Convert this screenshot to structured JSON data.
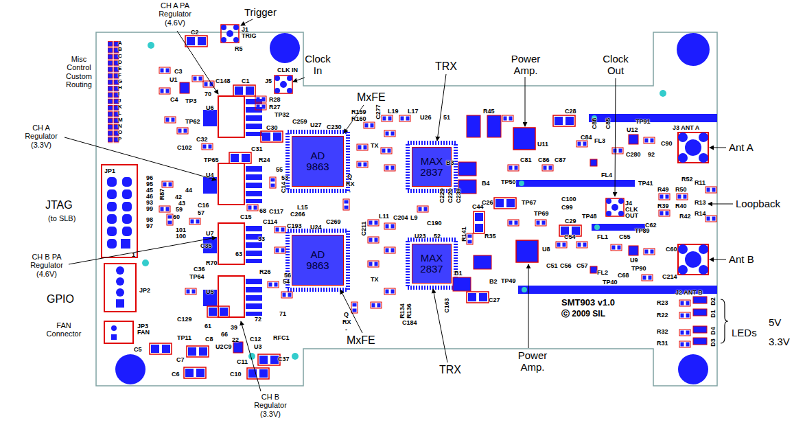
{
  "diagram": {
    "nodes": [
      {
        "text": [
          "AD 9863"
        ]
      },
      {
        "text": [
          "MAX 2837"
        ]
      },
      {
        "text": [
          "AD 9863"
        ]
      },
      {
        "text": [
          "MAX 2837"
        ]
      }
    ],
    "labels": [
      "CH A PA Regulator (4.6V)",
      "Trigger",
      "Clock In",
      "MxFE",
      "TRX",
      "Power Amp.",
      "Clock Out",
      "Misc Control Custom Routing",
      "CH A Regulator (3.3V)",
      "JTAG",
      "(to SLB)",
      "CH B PA Regulator (4.6V)",
      "GPIO",
      "FAN Connector",
      "MxFE",
      "TRX",
      "Power Amp.",
      "CH B Regulator (3.3V)",
      "Ant A",
      "Loopback",
      "Ant B",
      "LEDs",
      "5V",
      "3.3V",
      "A",
      "B",
      "C",
      "D",
      "E",
      "F",
      "G",
      "H",
      "I",
      "J",
      "K",
      "L",
      "M",
      "N",
      "O",
      "P",
      "J1",
      "TRIG",
      "R5",
      "C2",
      "C3",
      "U1",
      "C4",
      "TP3",
      "70",
      "C148",
      "C1",
      "CLK IN",
      "J5",
      "R28",
      "R27",
      "TP32",
      "U6",
      "TP62",
      "C30",
      "C259",
      "U27",
      "C230",
      "R159",
      "R160",
      "C277",
      "L19",
      "L17",
      "U26",
      "R45",
      "C28",
      "C32",
      "C102",
      "C31",
      "C84",
      "C88",
      "C85",
      "U12",
      "TP91",
      "C90",
      "J3 ANT A",
      "FL3",
      "U11",
      "C81",
      "C86",
      "C87",
      "C280",
      "92",
      "TP65",
      "U4",
      "R24",
      "55",
      "53",
      "C14",
      "96",
      "95",
      "45",
      "46",
      "93",
      "99",
      "98",
      "97",
      "R87",
      "44",
      "42",
      "43",
      "59",
      "60",
      "C16",
      "57",
      "101",
      "100",
      "C15",
      "68",
      "C117",
      "C114",
      "C266",
      "L15",
      "C269",
      "C193",
      "U24",
      "33",
      "C35",
      "U7",
      "R70",
      "C36",
      "TP64",
      "R26",
      "U5",
      "63",
      "56",
      "54",
      "C129",
      "61",
      "72",
      "71",
      "66",
      "39",
      "22",
      "C12",
      "RFC1",
      "TP11",
      "C8",
      "U2",
      "C9",
      "U3",
      "C5",
      "C7",
      "C6",
      "C11",
      "C10",
      "C37",
      "JP1",
      "1",
      "JP2",
      "JP3",
      "FAN",
      "Q",
      "RX",
      "-",
      "TX",
      "Q",
      "RX",
      "-",
      "TX",
      "B3",
      "B4",
      "C26",
      "C229",
      "C220",
      "C239",
      "L11",
      "C204",
      "L9",
      "C190",
      "C211",
      "U23",
      "52",
      "R141",
      "C44",
      "R35",
      "TP67",
      "C100",
      "C99",
      "TP69",
      "C29",
      "TP48",
      "J4",
      "CLK",
      "OUT",
      "C62",
      "TP41",
      "TP50",
      "FL4",
      "R49",
      "R50",
      "R52",
      "R11",
      "R13",
      "R14",
      "R39",
      "R40",
      "R42",
      "C54",
      "FL1",
      "C55",
      "TP89",
      "C60",
      "U8",
      "C51",
      "C56",
      "C57",
      "U9",
      "TP90",
      "C68",
      "C214",
      "FL2",
      "TP40",
      "TP49",
      "B1",
      "B2",
      "C27",
      "R134",
      "R136",
      "C184",
      "C163",
      "J2 ANT B",
      "SMT903 v1.0",
      "ⓒ 2009 SIL",
      "R23",
      "R22",
      "R32",
      "R31",
      "D2",
      "D1",
      "D4",
      "D3",
      "51"
    ]
  }
}
